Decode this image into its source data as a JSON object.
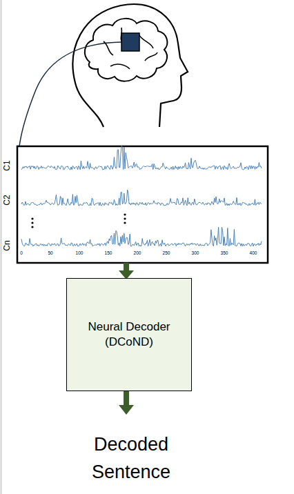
{
  "diagram": {
    "nodes": [
      {
        "text": [
          "Neural Decoder (DCoND)"
        ]
      }
    ],
    "labels": [
      "C1",
      "C2",
      "Cn",
      "0",
      "50",
      "100",
      "150",
      "200",
      "250",
      "300",
      "350",
      "400",
      "Decoded Sentence"
    ]
  }
}
